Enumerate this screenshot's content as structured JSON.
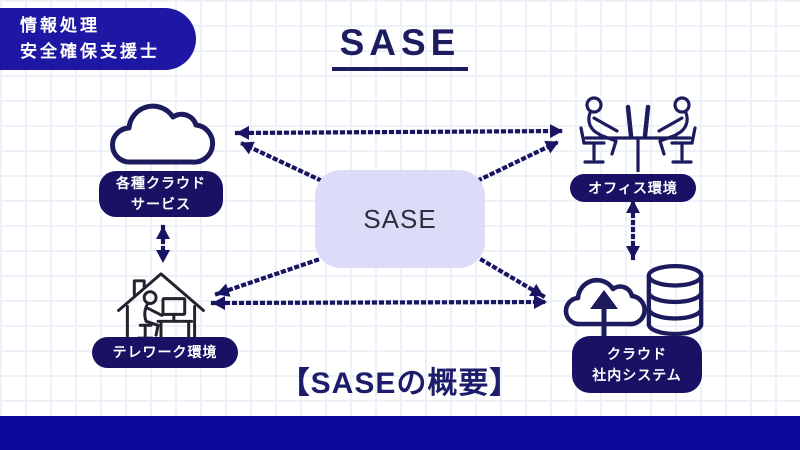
{
  "header": {
    "badge": {
      "line1": "情報処理",
      "line2": "安全確保支援士"
    },
    "title": "SASE"
  },
  "center_box": {
    "label": "SASE"
  },
  "nodes": {
    "cloud_services": {
      "line1": "各種クラウド",
      "line2": "サービス",
      "icon": "cloud-icon"
    },
    "office": {
      "line1": "オフィス環境",
      "icon": "office-workers-icon"
    },
    "telework": {
      "line1": "テレワーク環境",
      "icon": "telework-house-icon"
    },
    "cloud_system": {
      "line1": "クラウド",
      "line2": "社内システム",
      "icon": "cloud-upload-database-icon"
    }
  },
  "caption": "【SASEの概要】",
  "connections": [
    {
      "from": "cloud_services",
      "to": "office",
      "style": "dotted",
      "bidirectional": true
    },
    {
      "from": "cloud_services",
      "to": "telework",
      "style": "dotted",
      "bidirectional": true
    },
    {
      "from": "office",
      "to": "cloud_system",
      "style": "dotted",
      "bidirectional": true
    },
    {
      "from": "telework",
      "to": "cloud_system",
      "style": "dotted",
      "bidirectional": true
    },
    {
      "from": "sase",
      "to": "cloud_services",
      "style": "dotted",
      "bidirectional": false
    },
    {
      "from": "sase",
      "to": "office",
      "style": "dotted",
      "bidirectional": false
    },
    {
      "from": "sase",
      "to": "telework",
      "style": "dotted",
      "bidirectional": false
    },
    {
      "from": "sase",
      "to": "cloud_system",
      "style": "dotted",
      "bidirectional": false
    }
  ],
  "colors": {
    "header_badge_bg": "#1e17a3",
    "corner_badge_bg": "#181164",
    "footer_bar": "#0b0798",
    "arrow": "#181563",
    "icon_stroke": "#1b1b5e",
    "title_text": "#1c1c60",
    "center_box_bg": "#dcdcf8",
    "grid_line": "#edf1f8"
  }
}
